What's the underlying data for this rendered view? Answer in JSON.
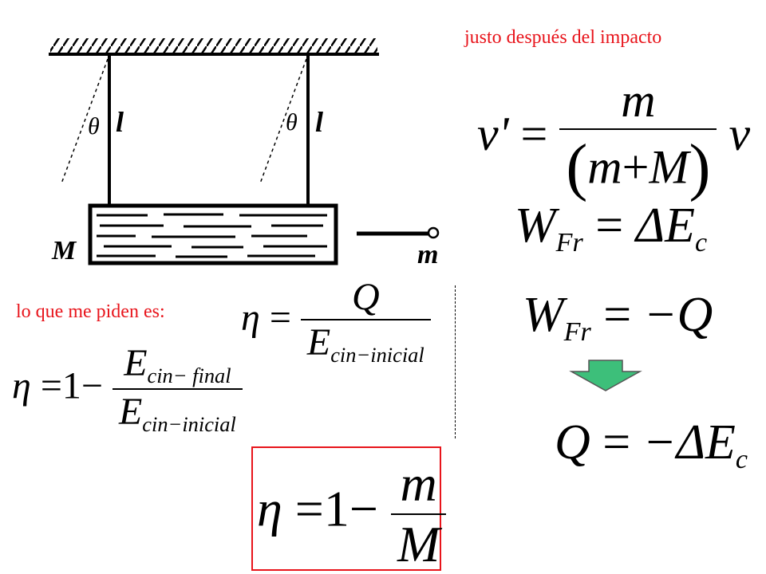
{
  "diagram": {
    "mass_block": "M",
    "mass_bullet": "m",
    "angle_symbol": "θ",
    "length_symbol": "l"
  },
  "captions": {
    "after_impact": "justo después del impacto",
    "asked": "lo que me piden es:"
  },
  "equations": {
    "velocity": {
      "lhs": "v'",
      "num": "m",
      "den_m": "m",
      "den_plus": "+",
      "den_M": "M",
      "rhs": "v"
    },
    "work_delta": {
      "W": "W",
      "sub": "Fr",
      "eq": "=",
      "rhs": "ΔE",
      "rhs_sub": "c"
    },
    "work_heat": {
      "W": "W",
      "sub": "Fr",
      "eq": "=",
      "rhs": "−Q"
    },
    "heat": {
      "lhs": "Q",
      "eq": "=",
      "rhs": "−ΔE",
      "rhs_sub": "c"
    },
    "efficiency_def": {
      "lhs": "η",
      "eq": "=",
      "num": "Q",
      "den": "E",
      "den_sub": "cin−inicial"
    },
    "efficiency_energy": {
      "lhs": "η",
      "eq": "=",
      "one": "1",
      "minus": "−",
      "num": "E",
      "num_sub": "cin− final",
      "den": "E",
      "den_sub": "cin−inicial"
    },
    "efficiency_result": {
      "lhs": "η",
      "eq": "=",
      "one": "1",
      "minus": "−",
      "num": "m",
      "den": "M"
    }
  },
  "colors": {
    "caption": "#e8141b",
    "result_box": "#e8141b",
    "arrow_fill": "#3dbf7a"
  }
}
